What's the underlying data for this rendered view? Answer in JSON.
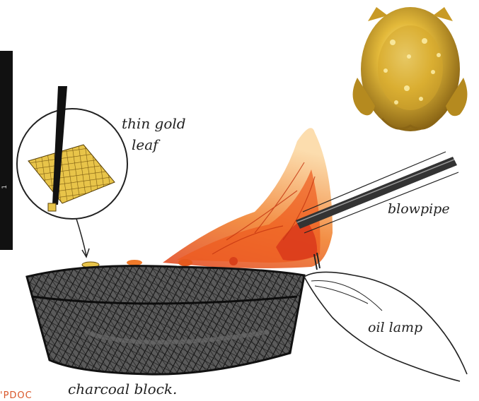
{
  "labels": {
    "gold_leaf_line1": "thin gold",
    "gold_leaf_line2": "leaf",
    "blowpipe": "blowpipe",
    "oil_lamp": "oil lamp",
    "charcoal_block": "charcoal block."
  },
  "edge_text": {
    "corner": "'PDOC",
    "side": "1"
  },
  "colors": {
    "gold": "#e3c24a",
    "gold_dark": "#a77f1c",
    "flame_orange": "#ef6a1e",
    "flame_yellow": "#f7b84a",
    "charcoal": "#2a2a2a",
    "side_bar": "#111111",
    "corner_text": "#d9572a"
  },
  "icons": [
    "gold-frog-figurine",
    "magnifier-circle",
    "blowpipe-tube",
    "flame",
    "charcoal-block",
    "oil-lamp"
  ]
}
